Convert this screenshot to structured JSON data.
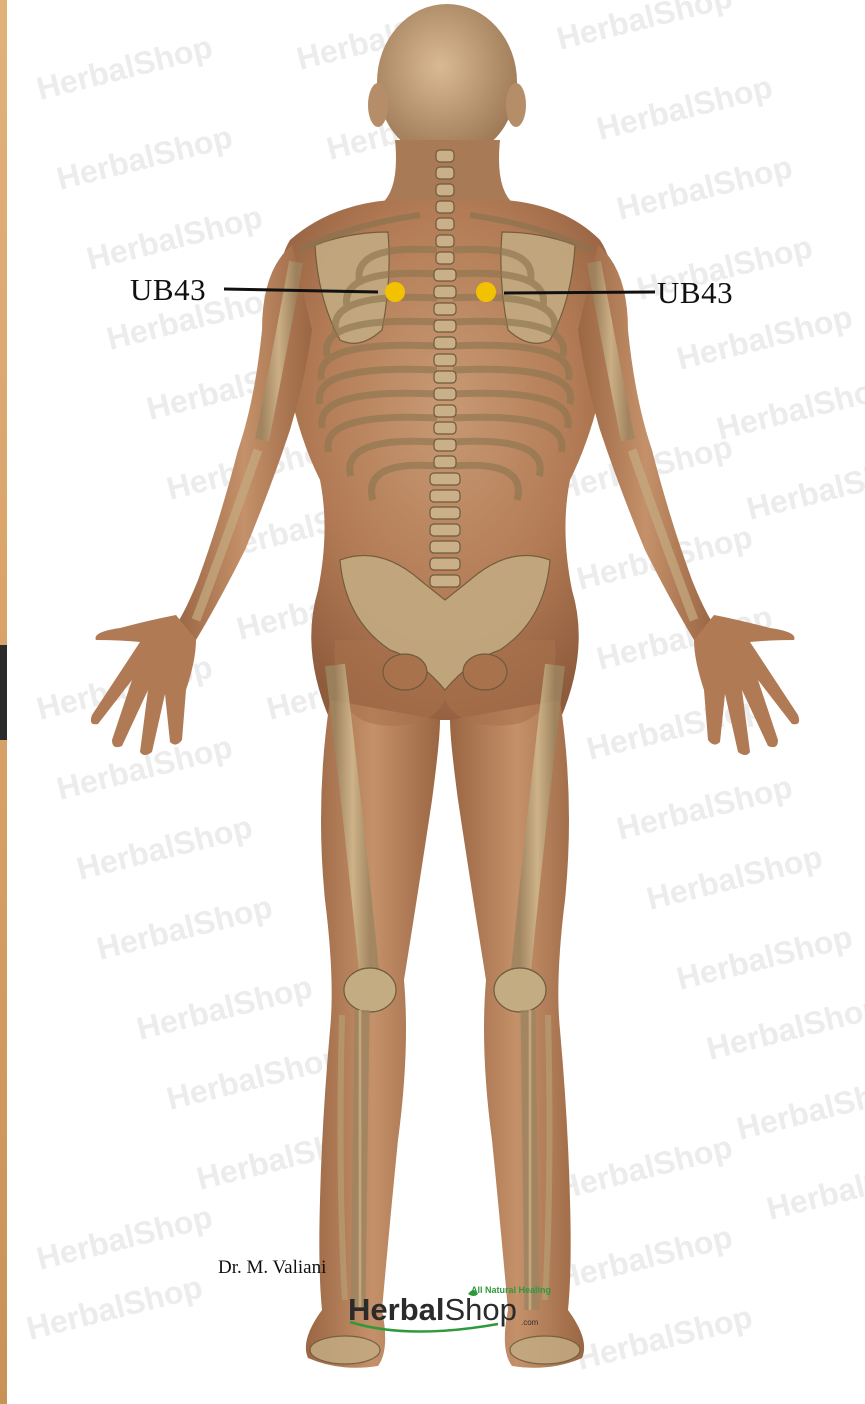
{
  "points": [
    {
      "label": "UB43",
      "side": "left"
    },
    {
      "label": "UB43",
      "side": "right"
    }
  ],
  "credit": "Dr. M. Valiani",
  "logo": {
    "word_bold": "Herbal",
    "word_regular": "Shop",
    "tagline": "All Natural Healing",
    "suffix": ".com"
  },
  "watermark": "HerbalShop",
  "colors": {
    "point": "#f2c200",
    "skin": "#b9835d",
    "bone": "#c7ad83",
    "logo_accent": "#2e9a3c"
  }
}
